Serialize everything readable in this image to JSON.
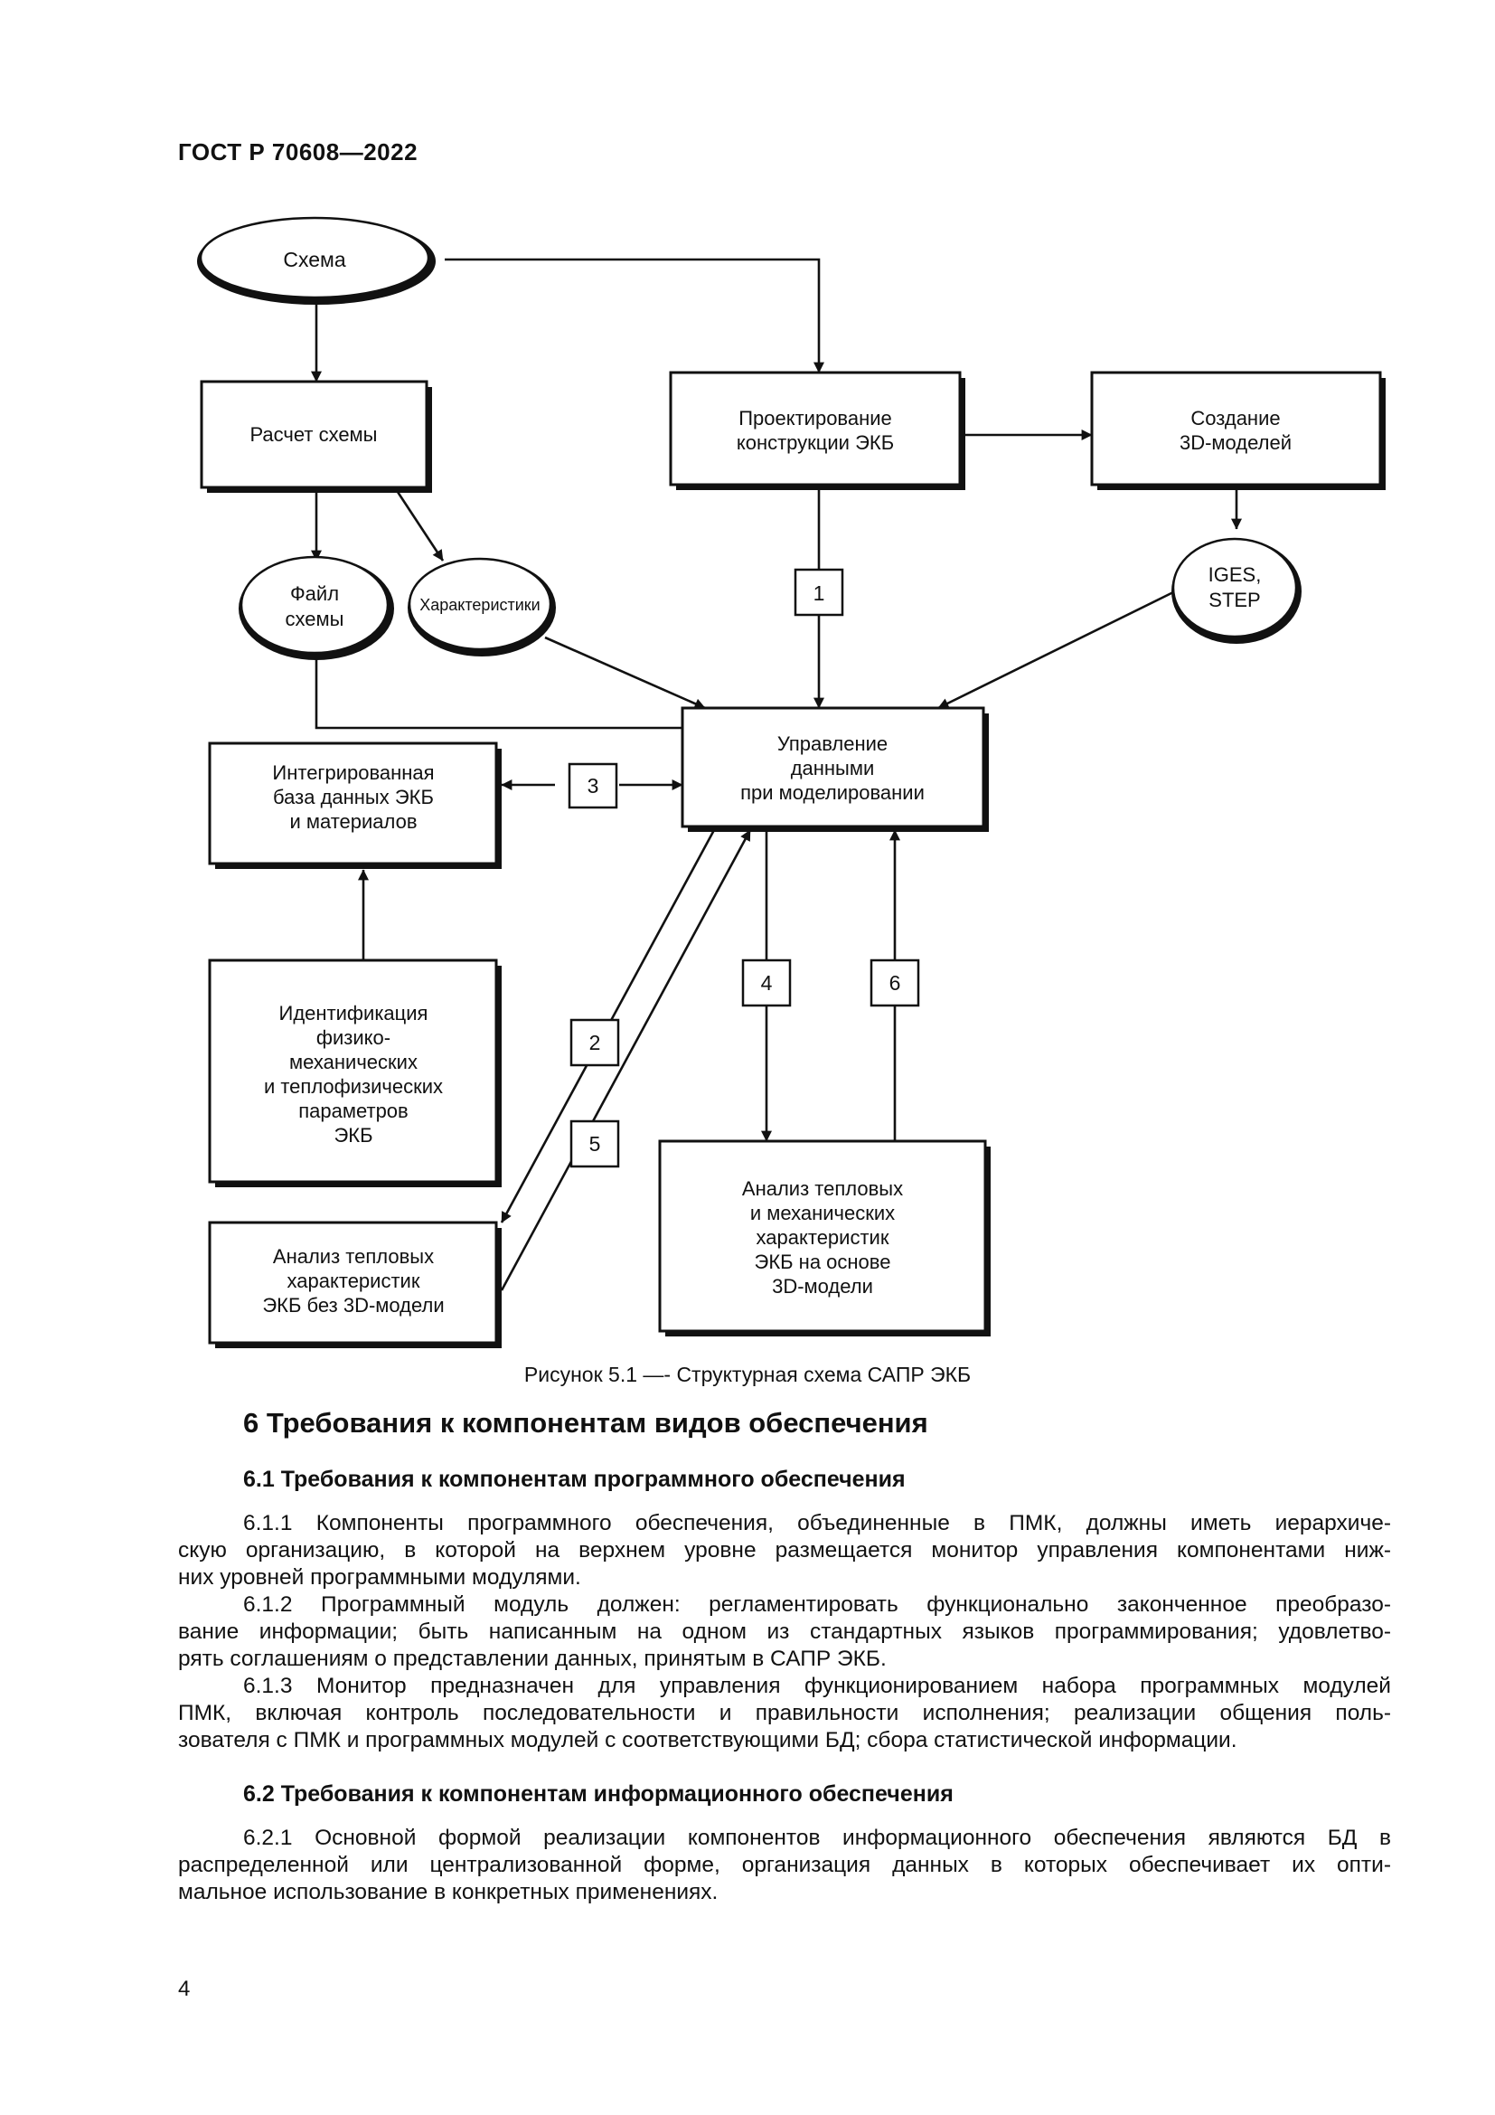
{
  "header": {
    "doc_id": "ГОСТ Р 70608—2022"
  },
  "diagram": {
    "nodes": {
      "schema": [
        "Схема"
      ],
      "calc": [
        "Расчет схемы"
      ],
      "design": [
        "Проектирование",
        "конструкции ЭКБ"
      ],
      "create3d": [
        "Создание",
        "3D-моделей"
      ],
      "file": [
        "Файл",
        "схемы"
      ],
      "chars": [
        "Характеристики"
      ],
      "iges": [
        "IGES,",
        "STEP"
      ],
      "mgmt": [
        "Управление",
        "данными",
        "при моделировании"
      ],
      "db": [
        "Интегрированная",
        "база данных ЭКБ",
        "и материалов"
      ],
      "ident": [
        "Идентификация",
        "физико-",
        "механических",
        "и теплофизических",
        "параметров",
        "ЭКБ"
      ],
      "thermal2d": [
        "Анализ тепловых",
        "характеристик",
        "ЭКБ без 3D-модели"
      ],
      "thermal3d": [
        "Анализ тепловых",
        "и механических",
        "характеристик",
        "ЭКБ на основе",
        "3D-модели"
      ]
    },
    "labels": {
      "n1": "1",
      "n2": "2",
      "n3": "3",
      "n4": "4",
      "n5": "5",
      "n6": "6"
    }
  },
  "caption": "Рисунок 5.1 —- Структурная схема САПР ЭКБ",
  "section": {
    "title": "6 Требования к компонентам видов обеспечения",
    "sub1": {
      "title": "6.1 Требования к компонентам программного обеспечения",
      "p1": [
        "6.1.1 Компоненты программного обеспечения, объединенные в ПМК, должны иметь иерархиче-",
        "скую организацию, в которой на верхнем уровне размещается монитор управления компонентами ниж-",
        "них уровней программными модулями."
      ],
      "p2": [
        "6.1.2 Программный модуль должен: регламентировать функционально законченное преобразо-",
        "вание информации; быть написанным на одном из стандартных языков программирования; удовлетво-",
        "рять соглашениям о представлении данных, принятым в САПР ЭКБ."
      ],
      "p3": [
        "6.1.3 Монитор предназначен для управления функционированием набора программных модулей",
        "ПМК, включая контроль последовательности и правильности исполнения; реализации общения поль-",
        "зователя с ПМК и программных модулей с соответствующими БД; сбора статистической информации."
      ]
    },
    "sub2": {
      "title": "6.2 Требования к компонентам информационного обеспечения",
      "p1": [
        "6.2.1 Основной формой реализации компонентов информационного обеспечения являются БД в",
        "распределенной или централизованной форме, организация данных в которых обеспечивает их опти-",
        "мальное использование в конкретных применениях."
      ]
    }
  },
  "page_number": "4"
}
